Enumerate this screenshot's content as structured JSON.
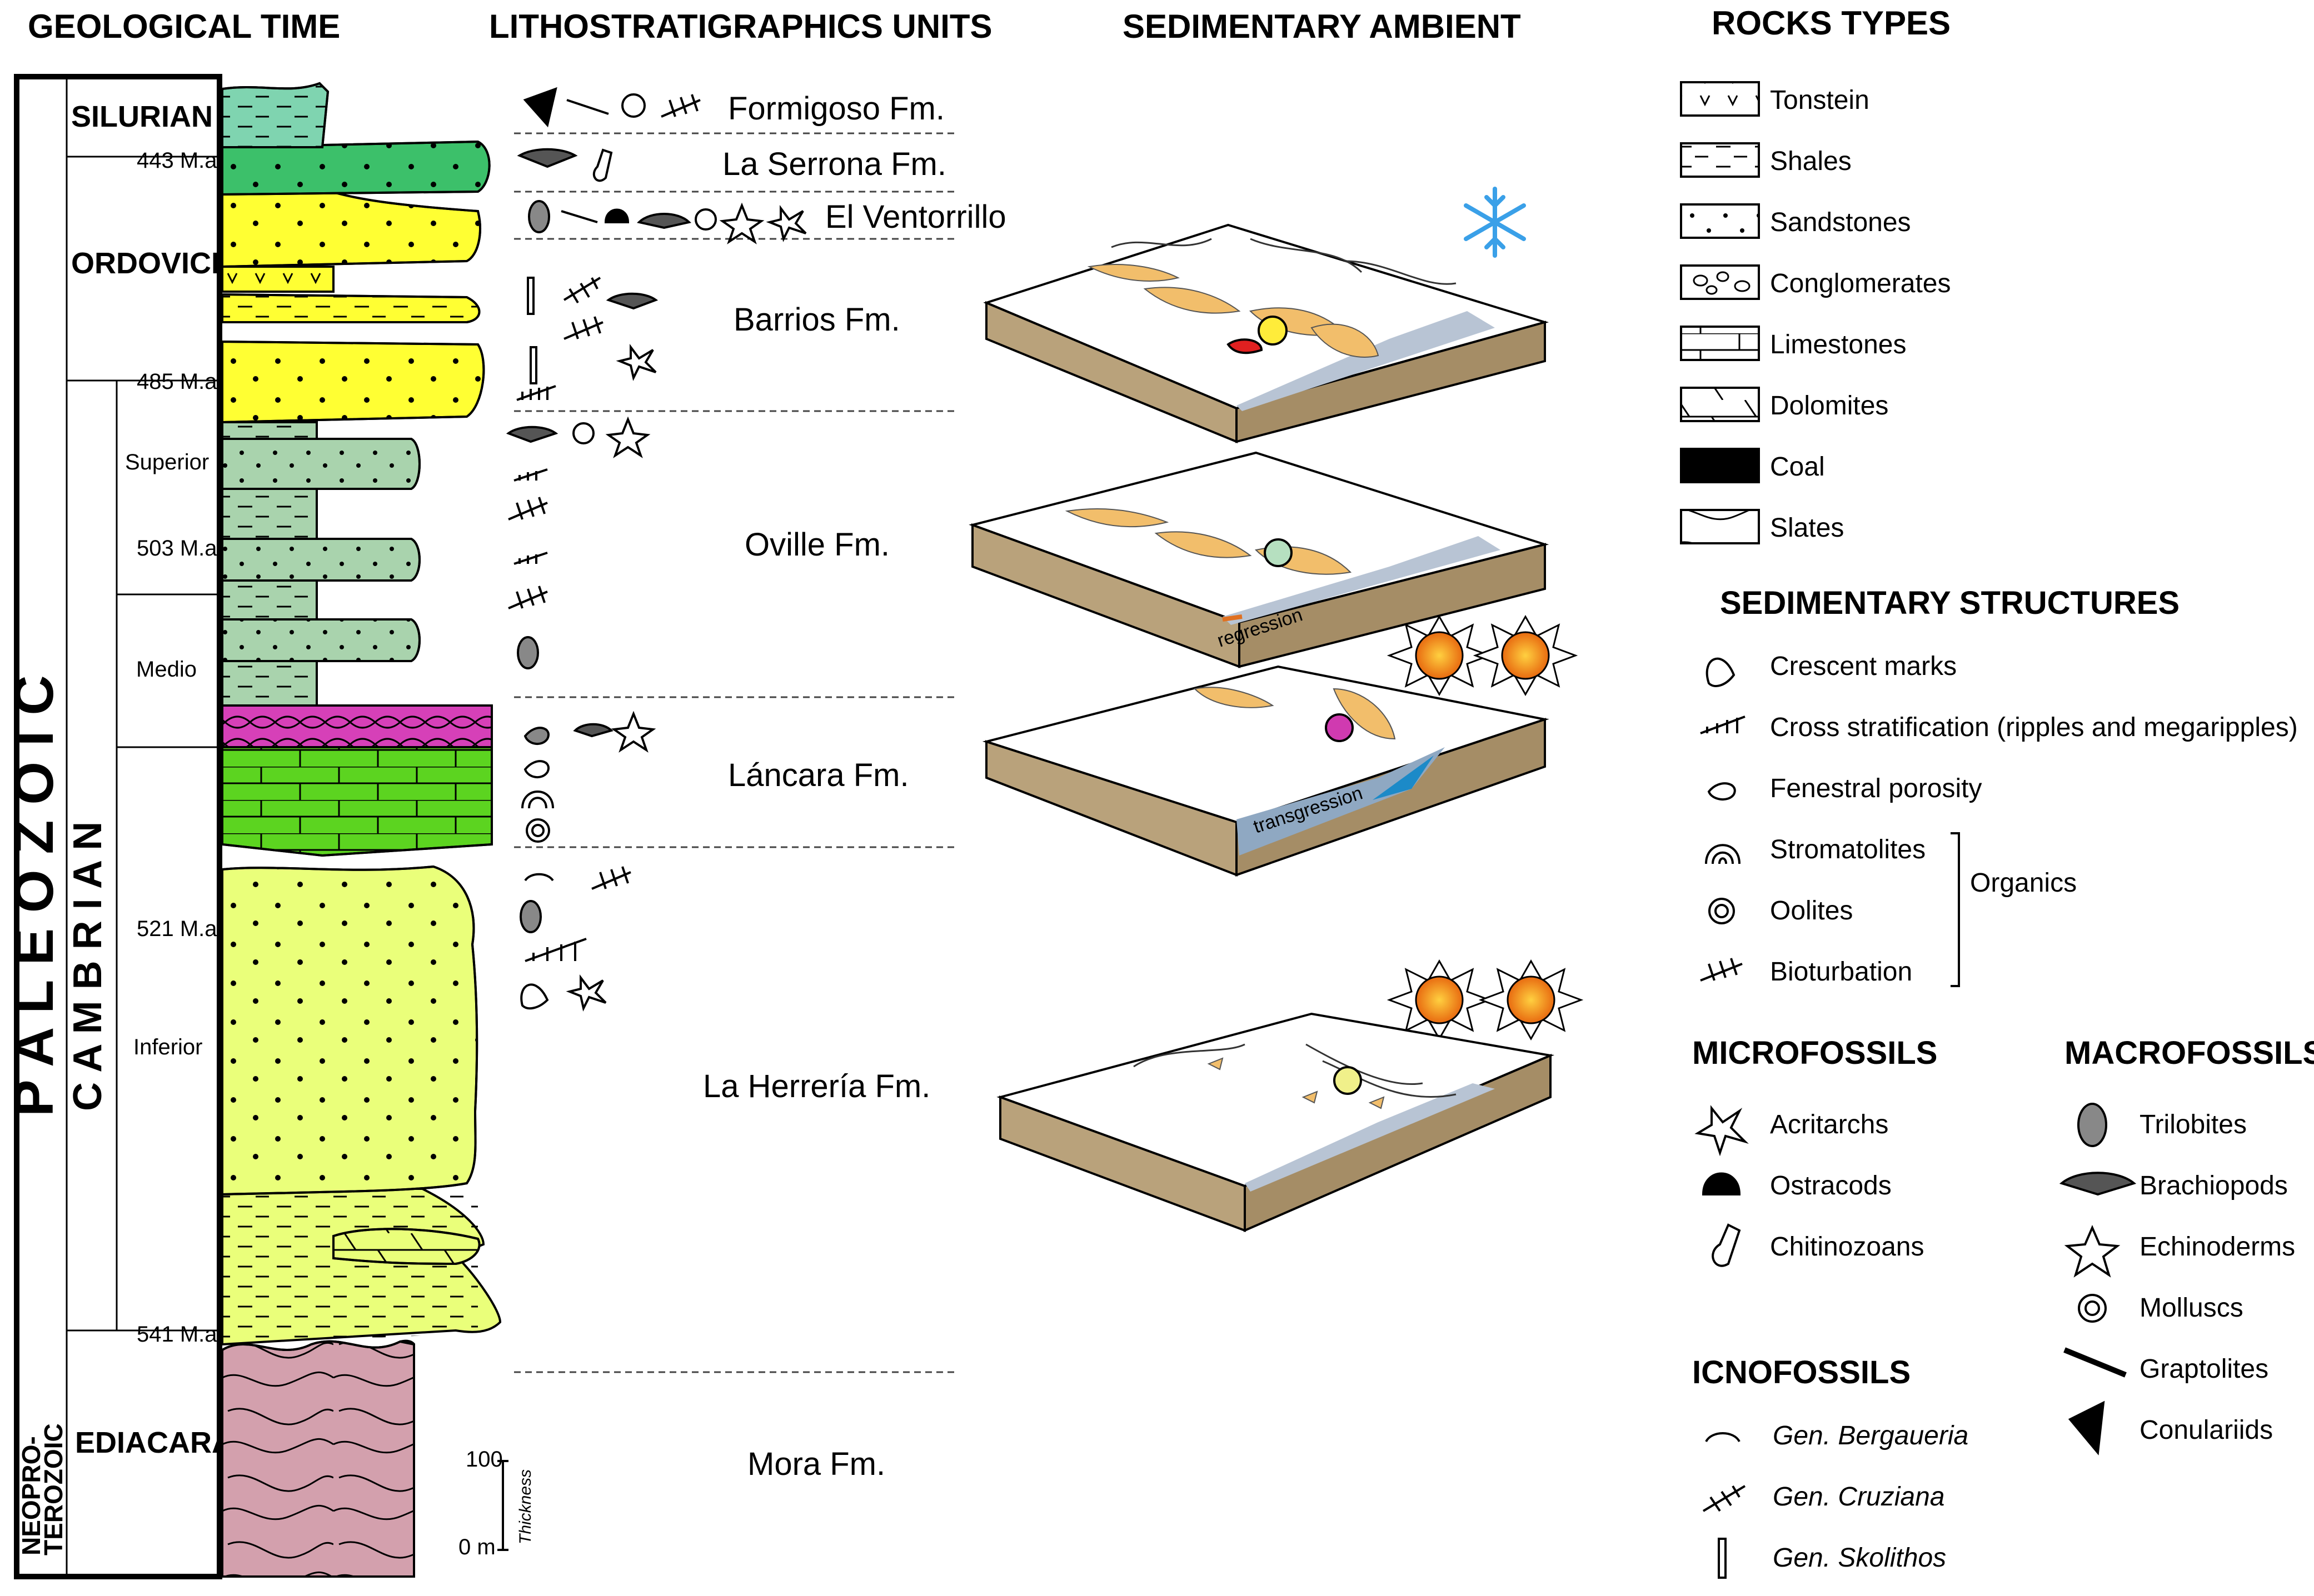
{
  "headers": {
    "geological_time": "GEOLOGICAL TIME",
    "litho_units": "LITHOSTRATIGRAPHICS UNITS",
    "sed_ambient": "SEDIMENTARY AMBIENT",
    "rock_types": "ROCKS TYPES",
    "sed_structures": "SEDIMENTARY STRUCTURES",
    "microfossils": "MICROFOSSILS",
    "macrofossils": "MACROFOSSILS",
    "icnofossils": "ICNOFOSSILS"
  },
  "geo_time": {
    "era_paleozoic": "P A L E O Z O I C",
    "era_neoproterozoic_line1": "NEOPRO-",
    "era_neoproterozoic_line2": "TEROZOIC",
    "period_cambrian": "C A M B R I A N",
    "periods": {
      "silurian": "SILURIAN",
      "ordovician": "ORDOVICIAN",
      "ediacaran": "EDIACARAN"
    },
    "epochs": {
      "superior": "Superior",
      "medio": "Medio",
      "inferior": "Inferior"
    },
    "ages": {
      "a443": "443 M.a",
      "a485": "485 M.a",
      "a503": "503 M.a",
      "a521": "521 M.a",
      "a541": "541 M.a"
    }
  },
  "formations": {
    "formigoso": "Formigoso Fm.",
    "la_serrona": "La Serrona Fm.",
    "el_ventorrillo": "El Ventorrillo",
    "barrios": "Barrios Fm.",
    "oville": "Oville Fm.",
    "lancara": "Láncara Fm.",
    "la_herreria": "La Herrería Fm.",
    "mora": "Mora Fm."
  },
  "scale": {
    "top": "100",
    "bottom": "0 m",
    "label": "Thickness"
  },
  "block_labels": {
    "regression": "regression",
    "transgression": "transgression"
  },
  "rock_types": {
    "tonstein": "Tonstein",
    "shales": "Shales",
    "sandstones": "Sandstones",
    "conglomerates": "Conglomerates",
    "limestones": "Limestones",
    "dolomites": "Dolomites",
    "coal": "Coal",
    "slates": "Slates"
  },
  "sed_structures": {
    "crescent": "Crescent marks",
    "cross": "Cross stratification (ripples and megaripples)",
    "fenestral": "Fenestral porosity",
    "stromatolites": "Stromatolites",
    "oolites": "Oolites",
    "bioturbation": "Bioturbation",
    "organics": "Organics"
  },
  "microfossils": {
    "acritarchs": "Acritarchs",
    "ostracods": "Ostracods",
    "chitinozoans": "Chitinozoans"
  },
  "macrofossils": {
    "trilobites": "Trilobites",
    "brachiopods": "Brachiopods",
    "echinoderms": "Echinoderms",
    "molluscs": "Molluscs",
    "graptolites": "Graptolites",
    "conulariids": "Conulariids"
  },
  "icnofossils": {
    "bergaueria": "Gen. Bergaueria",
    "cruziana": "Gen. Cruziana",
    "skolithos": "Gen. Skolithos"
  },
  "colors": {
    "silurian": "#7fd4b0",
    "ordovician_green": "#3cc06a",
    "ordovician_yellow": "#ffff33",
    "cambrian_sup": "#a9d3ad",
    "lancara_pink": "#d640b8",
    "lancara_green": "#5cd420",
    "herreria": "#eaff7a",
    "ediacaran": "#d3a0ad",
    "block_soil": "#b9a27b",
    "sun": "#f08a1c"
  }
}
